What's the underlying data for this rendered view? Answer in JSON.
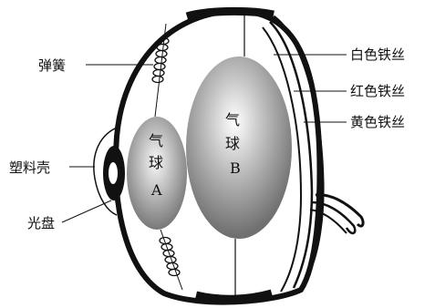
{
  "labels": {
    "spring": "弹簧",
    "plastic_shell": "塑料壳",
    "light_disk": "光盘",
    "white_wire": "白色铁丝",
    "red_wire": "红色铁丝",
    "yellow_wire": "黄色铁丝"
  },
  "balloon_a": {
    "line1": "气",
    "line2": "球",
    "letter": "A"
  },
  "balloon_b": {
    "line1": "气",
    "line2": "球",
    "letter": "B"
  },
  "colors": {
    "ink": "#111111",
    "balloon_dark": "#7a7a7a",
    "balloon_light": "#f4f4f4"
  }
}
